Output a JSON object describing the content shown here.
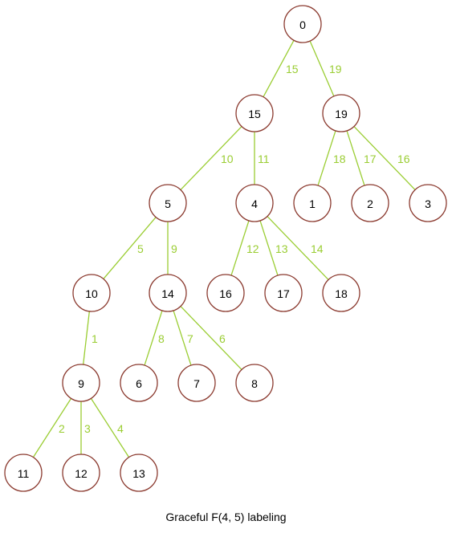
{
  "diagram": {
    "caption": "Graceful F(4, 5) labeling",
    "node_stroke_color": "#8b3a2f",
    "edge_color": "#9acd32",
    "nodes": [
      {
        "id": "n0",
        "label": "0"
      },
      {
        "id": "n15",
        "label": "15"
      },
      {
        "id": "n19",
        "label": "19"
      },
      {
        "id": "n5",
        "label": "5"
      },
      {
        "id": "n4",
        "label": "4"
      },
      {
        "id": "n1",
        "label": "1"
      },
      {
        "id": "n2",
        "label": "2"
      },
      {
        "id": "n3",
        "label": "3"
      },
      {
        "id": "n10",
        "label": "10"
      },
      {
        "id": "n14",
        "label": "14"
      },
      {
        "id": "n16",
        "label": "16"
      },
      {
        "id": "n17",
        "label": "17"
      },
      {
        "id": "n18",
        "label": "18"
      },
      {
        "id": "n9",
        "label": "9"
      },
      {
        "id": "n6",
        "label": "6"
      },
      {
        "id": "n7",
        "label": "7"
      },
      {
        "id": "n8",
        "label": "8"
      },
      {
        "id": "n11",
        "label": "11"
      },
      {
        "id": "n12",
        "label": "12"
      },
      {
        "id": "n13",
        "label": "13"
      }
    ],
    "edges": [
      {
        "from": "n0",
        "to": "n15",
        "label": "15"
      },
      {
        "from": "n0",
        "to": "n19",
        "label": "19"
      },
      {
        "from": "n15",
        "to": "n5",
        "label": "10"
      },
      {
        "from": "n15",
        "to": "n4",
        "label": "11"
      },
      {
        "from": "n19",
        "to": "n1",
        "label": "18"
      },
      {
        "from": "n19",
        "to": "n2",
        "label": "17"
      },
      {
        "from": "n19",
        "to": "n3",
        "label": "16"
      },
      {
        "from": "n5",
        "to": "n10",
        "label": "5"
      },
      {
        "from": "n5",
        "to": "n14",
        "label": "9"
      },
      {
        "from": "n4",
        "to": "n16",
        "label": "12"
      },
      {
        "from": "n4",
        "to": "n17",
        "label": "13"
      },
      {
        "from": "n4",
        "to": "n18",
        "label": "14"
      },
      {
        "from": "n10",
        "to": "n9",
        "label": "1"
      },
      {
        "from": "n14",
        "to": "n6",
        "label": "8"
      },
      {
        "from": "n14",
        "to": "n7",
        "label": "7"
      },
      {
        "from": "n14",
        "to": "n8",
        "label": "6"
      },
      {
        "from": "n9",
        "to": "n11",
        "label": "2"
      },
      {
        "from": "n9",
        "to": "n12",
        "label": "3"
      },
      {
        "from": "n9",
        "to": "n13",
        "label": "4"
      }
    ]
  }
}
